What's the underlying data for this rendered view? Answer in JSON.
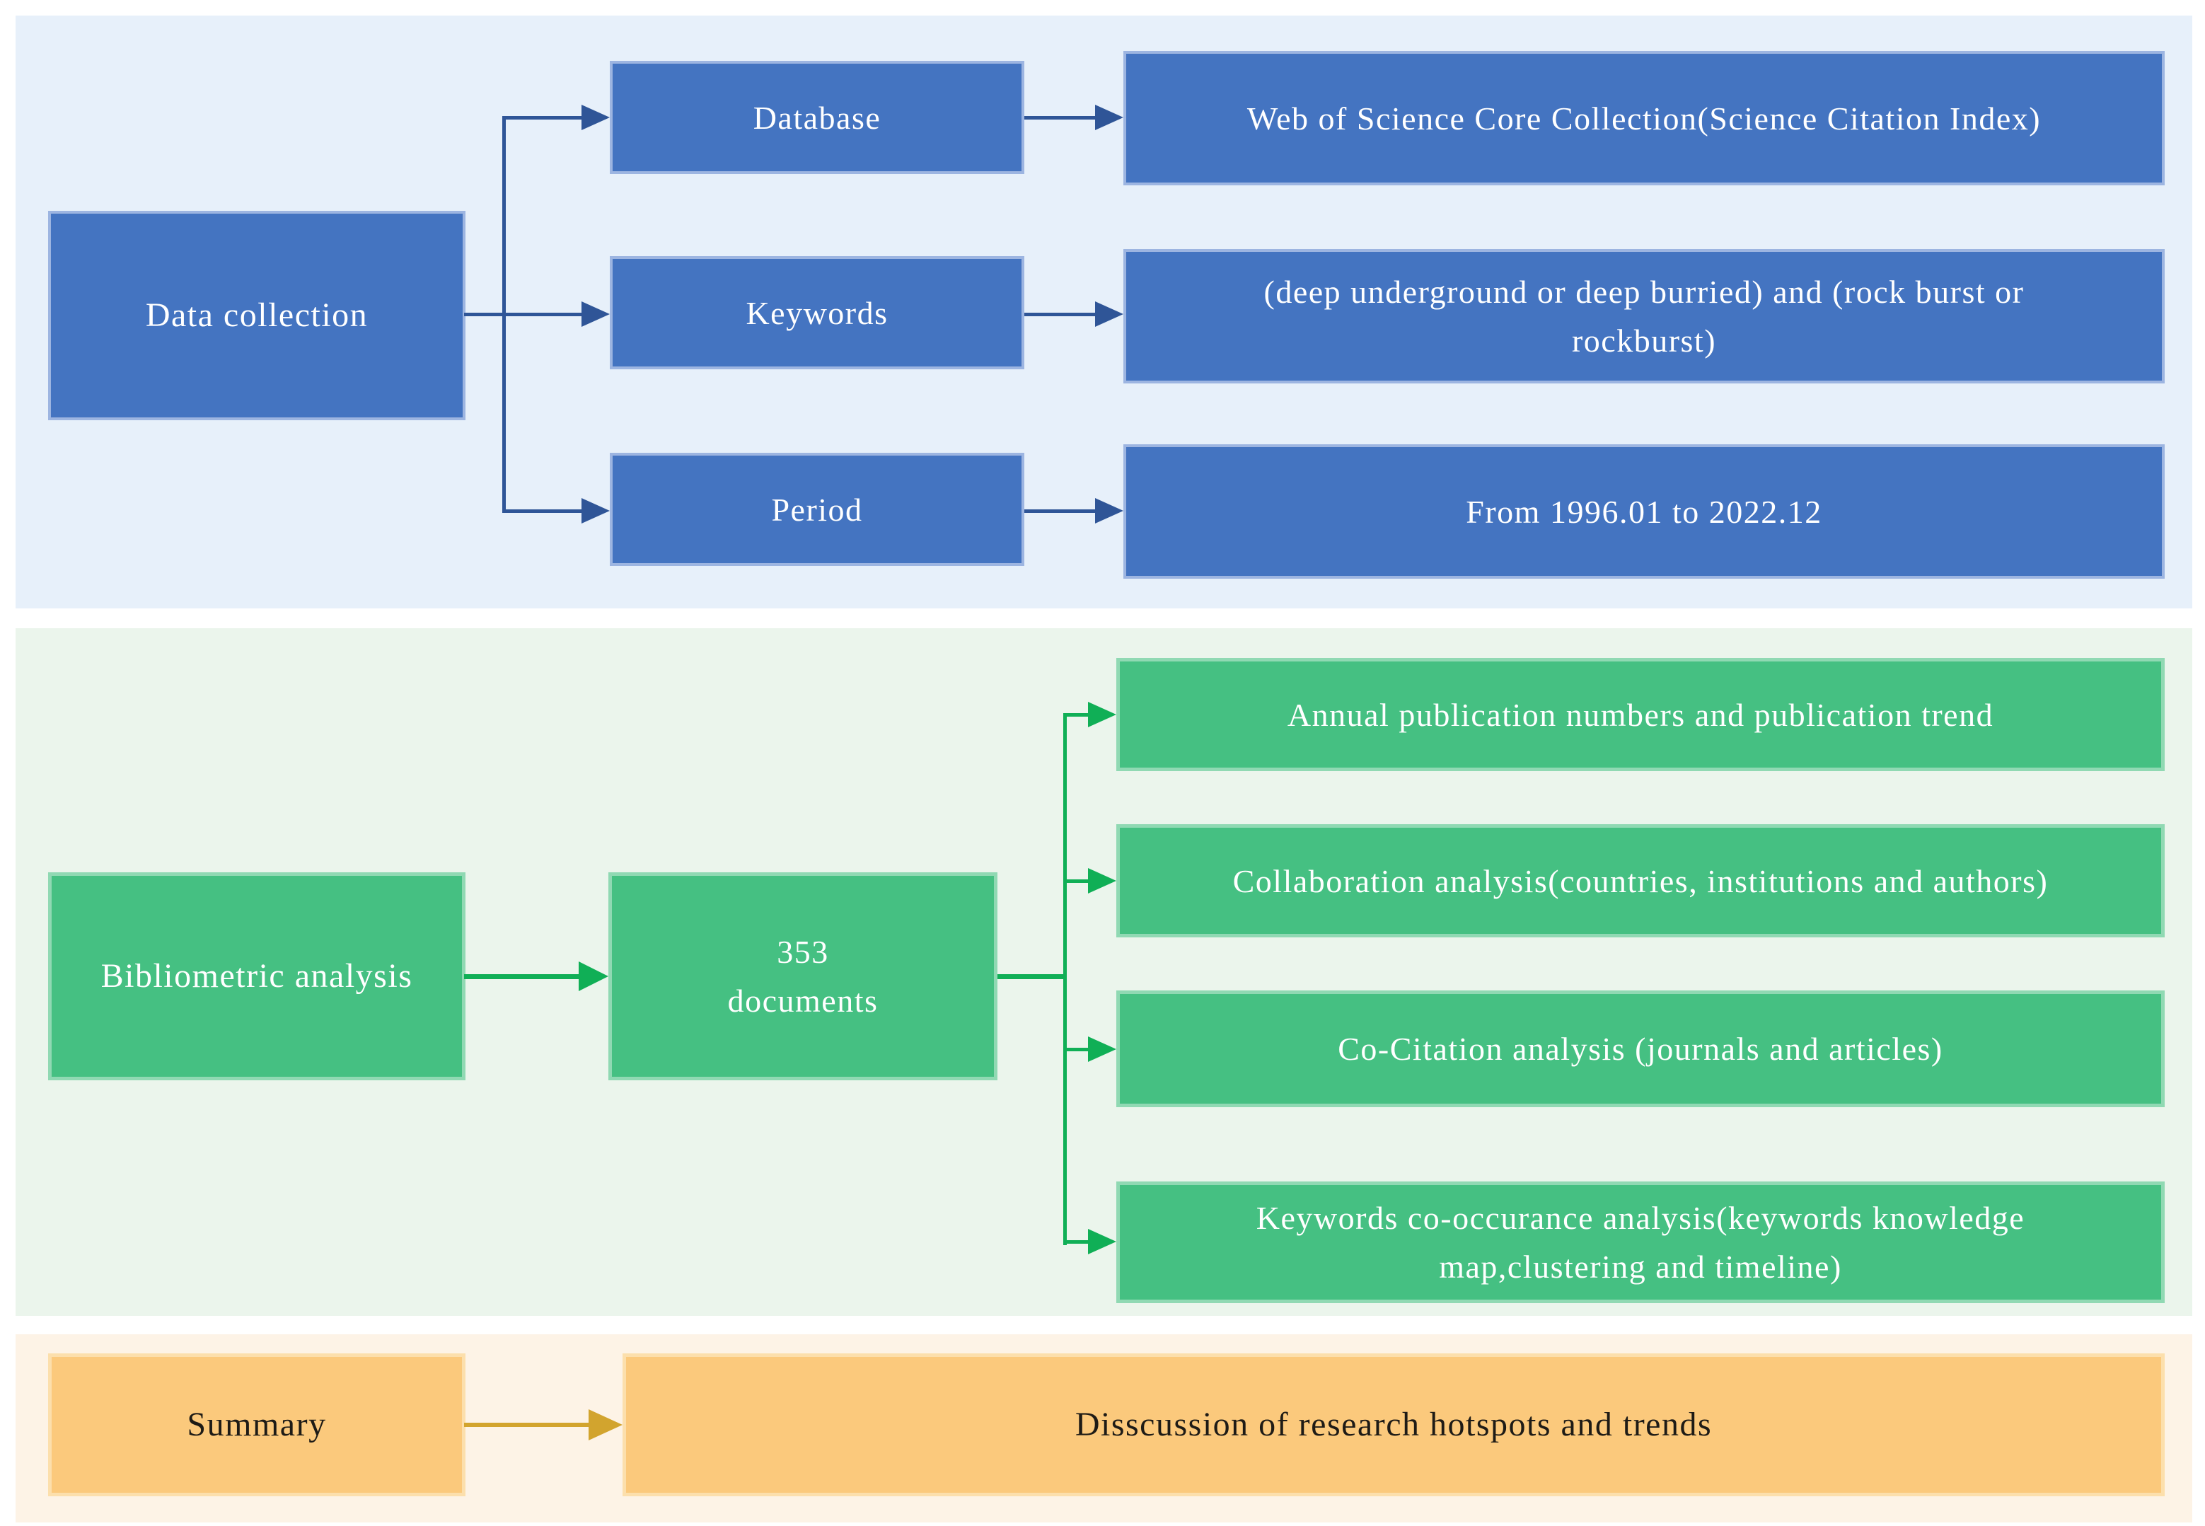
{
  "figure": {
    "type": "flowchart",
    "sections": {
      "data_collection": {
        "title_box": "Data collection",
        "items": [
          {
            "label": "Database",
            "result": "Web of Science Core Collection(Science Citation Index)"
          },
          {
            "label": "Keywords",
            "result_line1": "(deep underground or deep burried) and (rock burst or",
            "result_line2": "rockburst)"
          },
          {
            "label": "Period",
            "result": "From 1996.01 to 2022.12"
          }
        ]
      },
      "bibliometric": {
        "title_box": "Bibliometric analysis",
        "documents": {
          "line1": "353",
          "line2": "documents"
        },
        "analyses": [
          {
            "label": "Annual publication numbers and publication trend"
          },
          {
            "label": "Collaboration analysis(countries, institutions and authors)"
          },
          {
            "label": "Co-Citation analysis (journals and articles)"
          },
          {
            "line1": "Keywords co-occurance analysis(keywords knowledge",
            "line2": "map,clustering and timeline)"
          }
        ]
      },
      "summary": {
        "title_box": "Summary",
        "result": "Disscussion of research hotspots and trends"
      }
    },
    "colors": {
      "blue_box": "#4474C1",
      "blue_connector": "#2F5597",
      "blue_section_bg": "#E7F0FA",
      "green_box": "#45C082",
      "green_connector": "#10AF56",
      "green_section_bg": "#EBF5EC",
      "orange_box": "#FBC97C",
      "orange_connector": "#D2A42E",
      "orange_section_bg": "#FDF3E6",
      "box_text_light": "#FFFFFF",
      "box_text_dark": "#1E1B16"
    }
  }
}
